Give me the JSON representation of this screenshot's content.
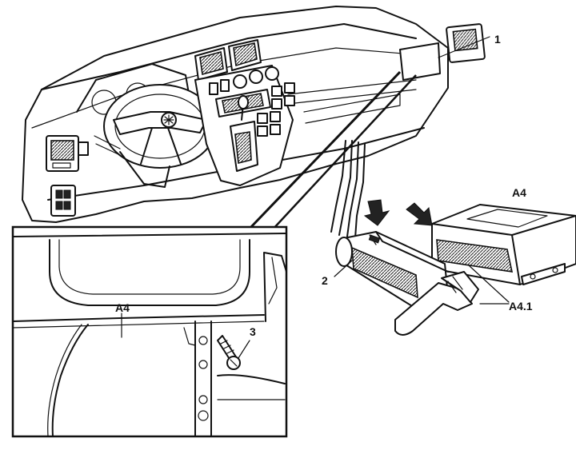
{
  "labels": {
    "callout_1": "1",
    "callout_2": "2",
    "callout_3": "3",
    "label_a4_module": "A4",
    "label_a4_inset": "A4",
    "label_a41": "A4.1"
  },
  "colors": {
    "ink": "#111111",
    "paper": "#ffffff"
  }
}
